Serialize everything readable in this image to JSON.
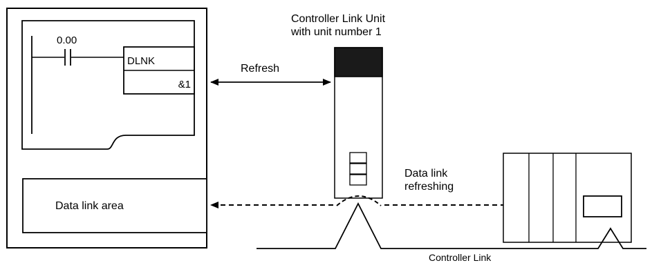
{
  "plc": {
    "contact_address": "0.00",
    "instruction": "DLNK",
    "operand": "&1",
    "data_link_area_label": "Data link area"
  },
  "unit": {
    "title_line1": "Controller Link Unit",
    "title_line2": "with unit number 1"
  },
  "arrows": {
    "refresh_label": "Refresh",
    "data_link_line1": "Data link",
    "data_link_line2": "refreshing"
  },
  "network": {
    "label": "Controller Link"
  }
}
